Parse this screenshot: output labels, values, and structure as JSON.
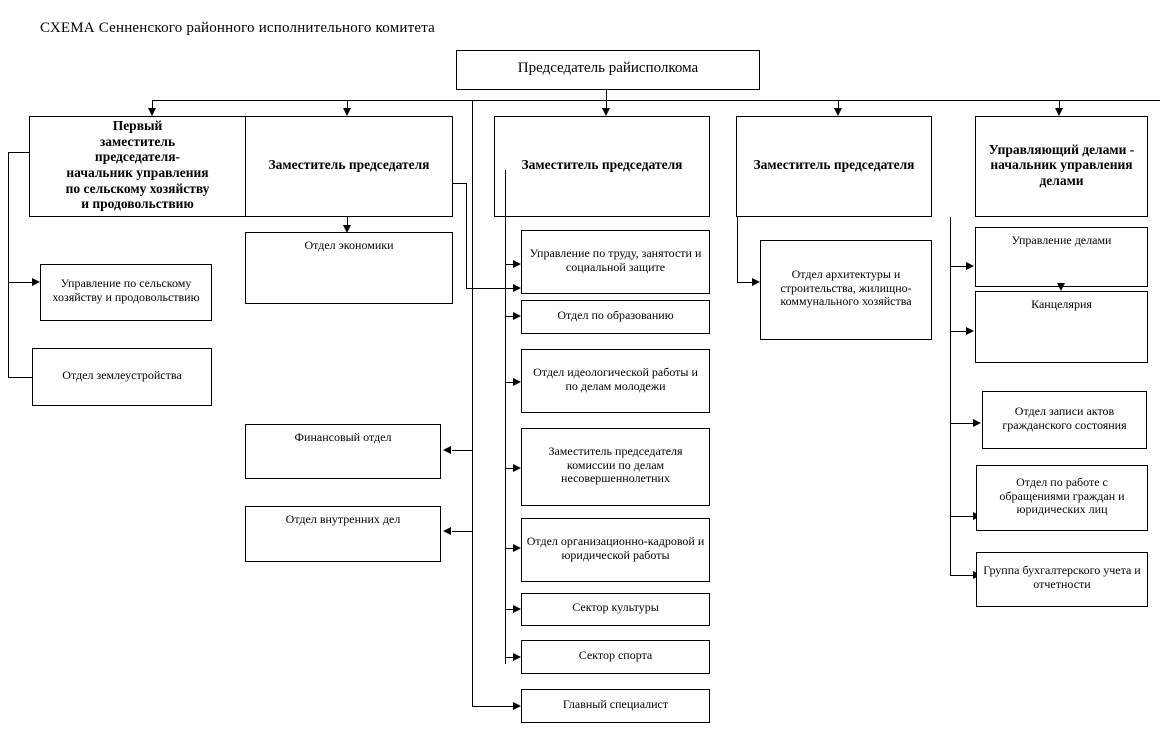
{
  "document": {
    "title": "СХЕМА  Сенненского районного исполнительного комитета",
    "type": "organizational-chart",
    "language": "ru"
  },
  "chart_data": {
    "type": "diagram",
    "title": "СХЕМА  Сенненского районного исполнительного комитета",
    "root": "Председатель райисполкома",
    "columns": [
      {
        "head": "Первый заместитель председателя-начальник управления по сельскому хозяйству и продовольствию",
        "children": [
          "Управление по сельскому хозяйству и продовольствию",
          "Отдел землеустройства"
        ]
      },
      {
        "head": "Заместитель председателя",
        "children": [
          "Отдел экономики"
        ]
      },
      {
        "head": "Заместитель председателя",
        "children": [
          "Управление по труду, занятости и социальной защите",
          "Отдел по образованию",
          "Отдел идеологической работы и по делам молодежи",
          "Заместитель председателя  комиссии по делам несовершеннолетних",
          "Отдел организационно-кадровой и юридической работы",
          "Сектор культуры",
          "Сектор спорта",
          "Главный специалист"
        ]
      },
      {
        "head": "Заместитель председателя",
        "children": [
          "Отдел архитектуры и строительства, жилищно-коммунального хозяйства"
        ]
      },
      {
        "head": "Управляющий делами - начальник управления делами",
        "children": [
          "Управление делами",
          "Канцелярия",
          "Отдел записи актов гражданского состояния",
          "Отдел по работе с обращениями  граждан и юридических лиц",
          "Группа бухгалтерского учета и отчетности"
        ]
      }
    ],
    "direct_to_chairman": [
      "Финансовый отдел",
      "Отдел внутренних дел",
      "Главный специалист"
    ]
  },
  "nodes": {
    "root": "Председатель райисполкома",
    "c1_head": "Первый\nзаместитель\nпредседателя-\nначальник управления\nпо сельскому хозяйству\nи продовольствию",
    "c1_head_l1": "Первый",
    "c1_head_l2": "заместитель",
    "c1_head_l3": "председателя-",
    "c1_head_l4": "начальник управления",
    "c1_head_l5": "по сельскому хозяйству",
    "c1_head_l6": "и продовольствию",
    "c1_a": "Управление по сельскому  хозяйству и продовольствию",
    "c1_b": "Отдел землеустройства",
    "c2_head": "Заместитель председателя",
    "c2_a": "Отдел экономики",
    "c3_head": "Заместитель председателя",
    "c3_a": "Управление по труду, занятости и социальной защите",
    "c3_b": "Отдел по образованию",
    "c3_c": "Отдел идеологической работы и по делам молодежи",
    "c3_d": "Заместитель председателя  комиссии по делам несовершеннолетних",
    "c3_e": "Отдел организационно-кадровой и юридической работы",
    "c3_f": "Сектор культуры",
    "c3_g": "Сектор спорта",
    "c3_h": "Главный специалист",
    "c4_head": "Заместитель председателя",
    "c4_a": "Отдел архитектуры и строительства, жилищно-коммунального хозяйства",
    "c5_head": "Управляющий делами - начальник управления делами",
    "c5_a": "Управление делами",
    "c5_b": "Канцелярия",
    "c5_c": "Отдел записи актов гражданского состояния",
    "c5_d": "Отдел по работе с обращениями  граждан и юридических лиц",
    "c5_e": "Группа бухгалтерского учета и отчетности",
    "mid_a": "Финансовый отдел",
    "mid_b": "Отдел внутренних дел"
  },
  "colors": {
    "stroke": "#000000",
    "background": "#ffffff",
    "text": "#000000"
  }
}
